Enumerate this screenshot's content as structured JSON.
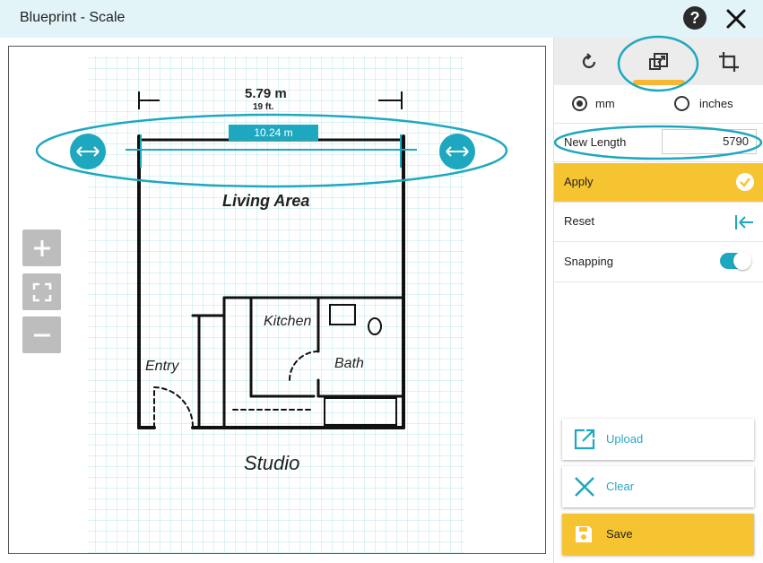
{
  "window": {
    "title": "Blueprint - Scale"
  },
  "drawing": {
    "dimension_label_m": "5.79 m",
    "dimension_label_ft": "19 ft.",
    "measure_badge": "10.24 m",
    "rooms": [
      "Living Area",
      "Kitchen",
      "Bath",
      "Entry",
      "Studio"
    ]
  },
  "tabs": [
    {
      "icon": "rotate-icon",
      "active": false
    },
    {
      "icon": "scale-icon",
      "active": true
    },
    {
      "icon": "crop-icon",
      "active": false
    }
  ],
  "units": {
    "options": [
      "mm",
      "inches"
    ],
    "selected": "mm"
  },
  "new_length": {
    "label": "New Length",
    "value": "5790"
  },
  "actions": {
    "apply": "Apply",
    "reset": "Reset",
    "snapping": "Snapping",
    "snapping_on": true
  },
  "buttons": {
    "upload": "Upload",
    "clear": "Clear",
    "save": "Save"
  },
  "colors": {
    "accent": "#1ea8bf",
    "highlight": "#f7c431",
    "grid": "#b8e7ee"
  }
}
